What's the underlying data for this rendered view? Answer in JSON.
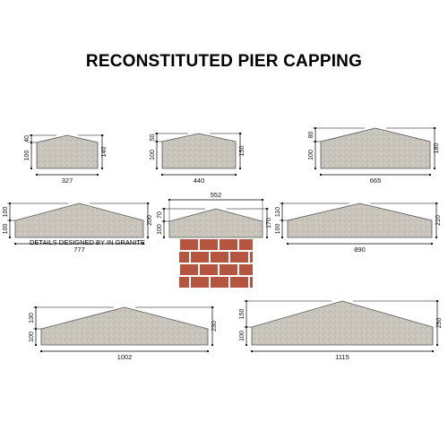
{
  "title": "RECONSTITUTED PIER CAPPING",
  "note": "DETAILS DESIGNED BY IN GRANITE",
  "colors": {
    "stone": "#c9c7bd",
    "stone_edge": "#555555",
    "brick": "#b5553f",
    "mortar": "#ffffff",
    "line": "#000000"
  },
  "cappings": [
    {
      "name": "capping-327",
      "width": "327",
      "base": "100",
      "peak": "40",
      "total": "140"
    },
    {
      "name": "capping-440",
      "width": "440",
      "base": "100",
      "peak": "50",
      "total": "150"
    },
    {
      "name": "capping-665",
      "width": "665",
      "base": "100",
      "peak": "80",
      "total": "180"
    },
    {
      "name": "capping-777",
      "width": "777",
      "base": "100",
      "peak": "100",
      "total": "200"
    },
    {
      "name": "capping-552",
      "width": "552",
      "base": "100",
      "peak": "70",
      "total": "170"
    },
    {
      "name": "capping-890",
      "width": "890",
      "base": "100",
      "peak": "110",
      "total": "210"
    },
    {
      "name": "capping-1002",
      "width": "1002",
      "base": "100",
      "peak": "130",
      "total": "230"
    },
    {
      "name": "capping-1115",
      "width": "1115",
      "base": "100",
      "peak": "150",
      "total": "250"
    }
  ]
}
